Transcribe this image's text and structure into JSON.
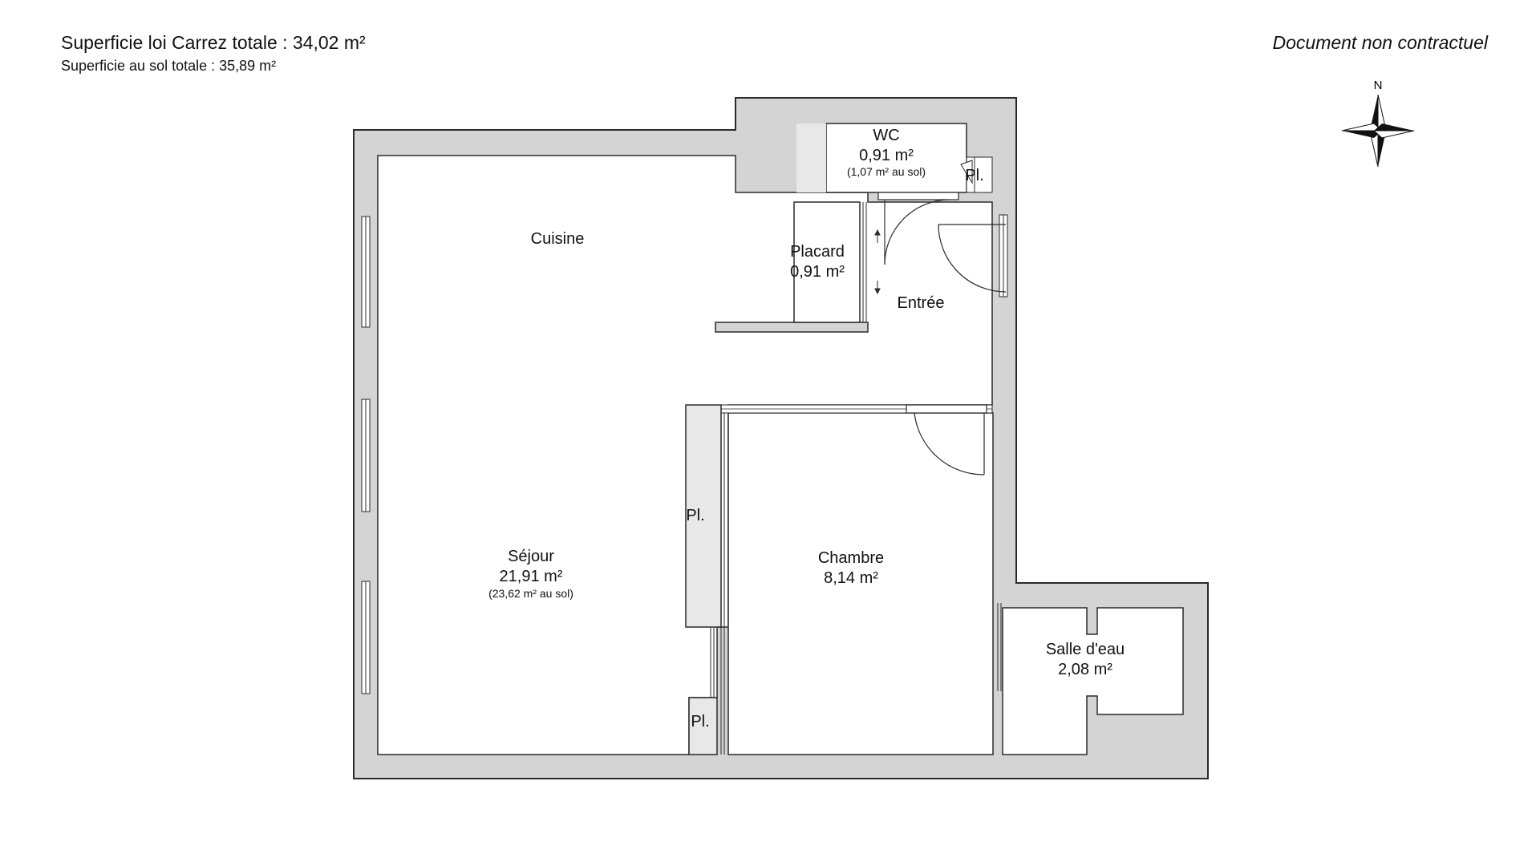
{
  "header": {
    "carrez_label": "Superficie loi Carrez totale :",
    "carrez_value": "34,02 m²",
    "floor_label": "Superficie au sol totale :",
    "floor_value": "35,89 m²"
  },
  "disclaimer": "Document non contractuel",
  "compass": {
    "north_label": "N"
  },
  "rooms": {
    "cuisine": {
      "name": "Cuisine"
    },
    "sejour": {
      "name": "Séjour",
      "area": "21,91 m²",
      "floor_area": "(23,62 m² au sol)"
    },
    "wc": {
      "name": "WC",
      "area": "0,91 m²",
      "floor_area": "(1,07 m² au sol)"
    },
    "placard": {
      "name": "Placard",
      "area": "0,91 m²"
    },
    "entree": {
      "name": "Entrée"
    },
    "chambre": {
      "name": "Chambre",
      "area": "8,14 m²"
    },
    "salle_eau": {
      "name": "Salle d'eau",
      "area": "2,08 m²"
    },
    "pl_wc": {
      "name": "Pl."
    },
    "pl_sejour_1": {
      "name": "Pl."
    },
    "pl_sejour_2": {
      "name": "Pl."
    }
  },
  "colors": {
    "wall": "#d4d4d4",
    "outline": "#2a2a2a",
    "closet": "#e8e8e8"
  }
}
